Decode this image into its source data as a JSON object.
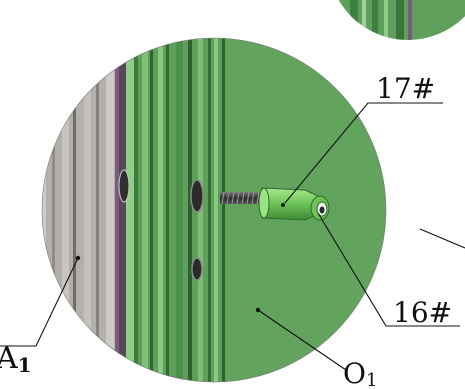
{
  "labels": {
    "part_17": "17#",
    "part_16": "16#",
    "section_a": "A",
    "section_a_sub": "1",
    "origin_o": "O",
    "origin_o_sub": "1"
  },
  "colors": {
    "panel_green": "#5e9f5b",
    "panel_green_dark": "#3f7f3f",
    "panel_green_light": "#7fbf78",
    "rib_gray": "#9c9893",
    "rib_gray_light": "#c9c6c2",
    "rib_purple": "#7a5a82",
    "bolt_green": "#7fd36a",
    "line": "#111111"
  }
}
